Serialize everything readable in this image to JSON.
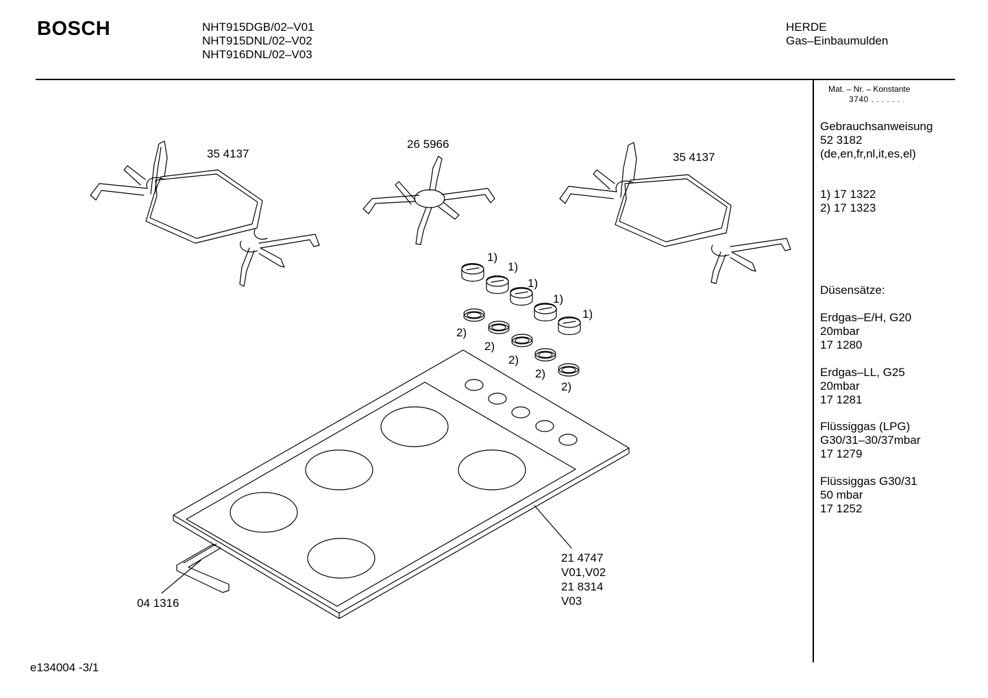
{
  "header": {
    "brand": "BOSCH",
    "models": [
      "NHT915DGB/02–V01",
      "NHT915DNL/02–V02",
      "NHT916DNL/02–V03"
    ],
    "category": "HERDE",
    "subcategory": "Gas–Einbaumulden"
  },
  "sidebar": {
    "mat_label": "Mat. – Nr. – Konstante",
    "mat_value": "3740 .  .  .  .  .  .",
    "manual": {
      "title": "Gebrauchsanweisung",
      "number": "52 3182",
      "languages": "(de,en,fr,nl,it,es,el)"
    },
    "refs": [
      "1)  17 1322",
      "2)  17 1323"
    ],
    "nozzle_title": "Düsensätze:",
    "nozzle_sets": [
      {
        "gas": "Erdgas–E/H, G20",
        "pressure": "20mbar",
        "number": "17 1280"
      },
      {
        "gas": "Erdgas–LL, G25",
        "pressure": "20mbar",
        "number": "17 1281"
      },
      {
        "gas": "Flüssiggas (LPG)",
        "pressure": "G30/31–30/37mbar",
        "number": "17 1279"
      },
      {
        "gas": "Flüssiggas G30/31",
        "pressure": "50 mbar",
        "number": "17 1252"
      }
    ]
  },
  "parts": {
    "grate_left": "35 4137",
    "grate_center": "26 5966",
    "grate_right": "35 4137",
    "knob_ref": "1)",
    "ring_ref": "2)",
    "hob": [
      "21 4747",
      "V01,V02",
      "21 8314",
      "V03"
    ],
    "seal": "04 1316"
  },
  "footer": {
    "doc_id": "e134004 -3/1"
  }
}
